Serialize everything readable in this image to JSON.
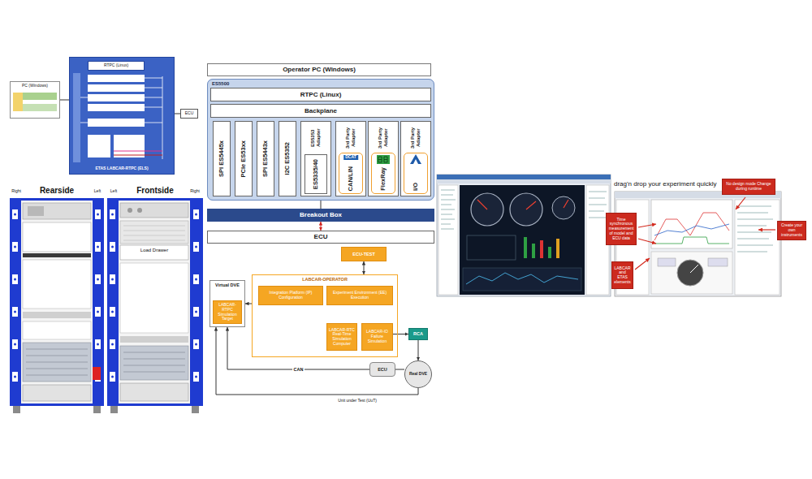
{
  "diagram": {
    "nodes": [
      {
        "text": [
          "PC (Windows)"
        ]
      },
      {
        "text": [
          "ETAS LABCAR-RTPC (ELS)"
        ]
      },
      {
        "text": [
          "RTPC (Linux)"
        ],
        "in": 1
      },
      {
        "text": [
          "ECU"
        ]
      },
      {
        "text": [
          "Operator PC (Windows)"
        ]
      },
      {
        "text": [
          "ES5500"
        ]
      },
      {
        "text": [
          "RTPC (Linux)"
        ],
        "in": 5
      },
      {
        "text": [
          "Backplane"
        ],
        "in": 5
      },
      {
        "text": [
          "SPI ES5445x"
        ],
        "in": 5
      },
      {
        "text": [
          "PCIe ES53xx"
        ],
        "in": 5
      },
      {
        "text": [
          "SPI ES5443x"
        ],
        "in": 5
      },
      {
        "text": [
          "I2C ES5352"
        ],
        "in": 5
      },
      {
        "text": [
          "ES5353 Adapter"
        ],
        "in": 5
      },
      {
        "text": [
          "ES5335/40"
        ],
        "in": 12
      },
      {
        "text": [
          "3rd Party Adapter"
        ],
        "in": 5
      },
      {
        "text": [
          "CAN/LIN"
        ],
        "in": 14
      },
      {
        "text": [
          "3rd Party Adapter"
        ],
        "in": 5
      },
      {
        "text": [
          "FlexRay"
        ],
        "in": 16
      },
      {
        "text": [
          "3rd Party Adapter"
        ],
        "in": 5
      },
      {
        "text": [
          "I/O"
        ],
        "in": 18
      },
      {
        "text": [
          "Breakout Box"
        ]
      },
      {
        "text": [
          "ECU"
        ]
      },
      {
        "text": [
          "ECU-TEST"
        ]
      },
      {
        "text": [
          "LABCAR-OPERATOR"
        ]
      },
      {
        "text": [
          "Integration Platform (IP) Configuration"
        ],
        "in": 23
      },
      {
        "text": [
          "Experiment Environment (EE) Execution"
        ],
        "in": 23
      },
      {
        "text": [
          "LABCAR-RTC Real-Time Simulation Computer"
        ],
        "in": 23
      },
      {
        "text": [
          "LABCAR-IO Failure Simulation"
        ],
        "in": 23
      },
      {
        "text": [
          "Virtual DVE"
        ]
      },
      {
        "text": [
          "LABCAR-RTPC Simulation Target"
        ],
        "in": 28
      },
      {
        "text": [
          "RCA"
        ]
      },
      {
        "text": [
          "ECU"
        ]
      },
      {
        "text": [
          "Real DVE"
        ]
      },
      {
        "text": [
          "No design mode Change during runtime"
        ]
      },
      {
        "text": [
          "Time synchronous measurement of model and ECU data"
        ]
      },
      {
        "text": [
          "Create your own instruments"
        ]
      },
      {
        "text": [
          "LABCAR and ETAS elements"
        ]
      }
    ],
    "edges": [
      {
        "from": 0,
        "to": 1,
        "arrow": "none"
      },
      {
        "from": 1,
        "to": 3,
        "arrow": "none"
      },
      {
        "from": 5,
        "to": 20,
        "arrow": "none"
      },
      {
        "from": 20,
        "to": 21,
        "arrow": "both"
      },
      {
        "from": 22,
        "to": 23,
        "arrow": "both"
      },
      {
        "from": 23,
        "to": 28,
        "arrow": "to"
      },
      {
        "from": 27,
        "to": 30,
        "arrow": "to"
      },
      {
        "from": 30,
        "to": 32,
        "arrow": "to"
      },
      {
        "from": 31,
        "to": 28,
        "label": "CAN",
        "arrow": "to"
      },
      {
        "from": 32,
        "to": 28,
        "arrow": "to"
      },
      {
        "from": 31,
        "to": 32,
        "arrow": "none"
      }
    ],
    "labels": [
      "Right",
      "Rearside",
      "Left",
      "Left",
      "Frontside",
      "Right",
      "Load Drawer",
      "DCAT",
      "drag'n drop your experiment quickly",
      "Unit under Test (UuT)"
    ]
  }
}
